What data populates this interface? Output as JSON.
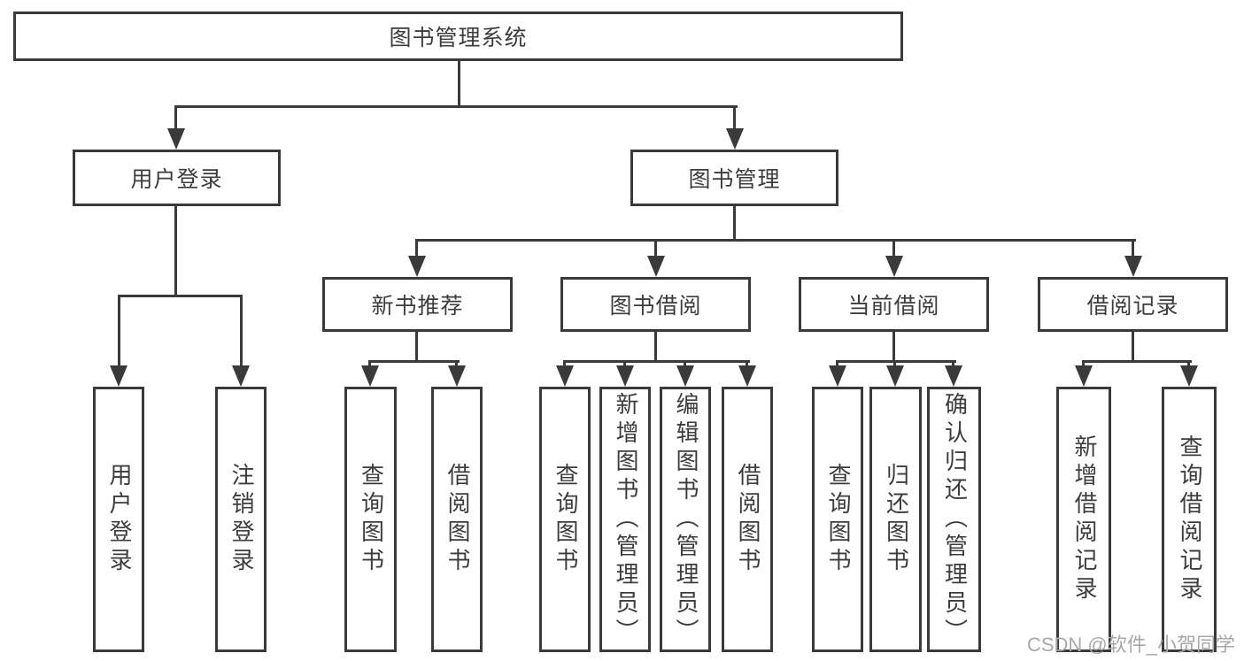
{
  "colors": {
    "line": "#3a3a3a",
    "text": "#3d3d3d",
    "background": "#ffffff",
    "watermark": "#a8a8a8"
  },
  "watermark": {
    "text": "CSDN @软件_小贺同学"
  },
  "tree": {
    "root": {
      "label": "图书管理系统"
    },
    "branches": [
      {
        "label": "用户登录",
        "children": [
          {
            "label": "用户登录"
          },
          {
            "label": "注销登录"
          }
        ]
      },
      {
        "label": "图书管理",
        "groups": [
          {
            "label": "新书推荐",
            "children": [
              {
                "label": "查询图书"
              },
              {
                "label": "借阅图书"
              }
            ]
          },
          {
            "label": "图书借阅",
            "children": [
              {
                "label": "查询图书"
              },
              {
                "label": "新增图书（管理员）"
              },
              {
                "label": "编辑图书（管理员）"
              },
              {
                "label": "借阅图书"
              }
            ]
          },
          {
            "label": "当前借阅",
            "children": [
              {
                "label": "查询图书"
              },
              {
                "label": "归还图书"
              },
              {
                "label": "确认归还（管理员）"
              }
            ]
          },
          {
            "label": "借阅记录",
            "children": [
              {
                "label": "新增借阅记录"
              },
              {
                "label": "查询借阅记录"
              }
            ]
          }
        ]
      }
    ]
  }
}
